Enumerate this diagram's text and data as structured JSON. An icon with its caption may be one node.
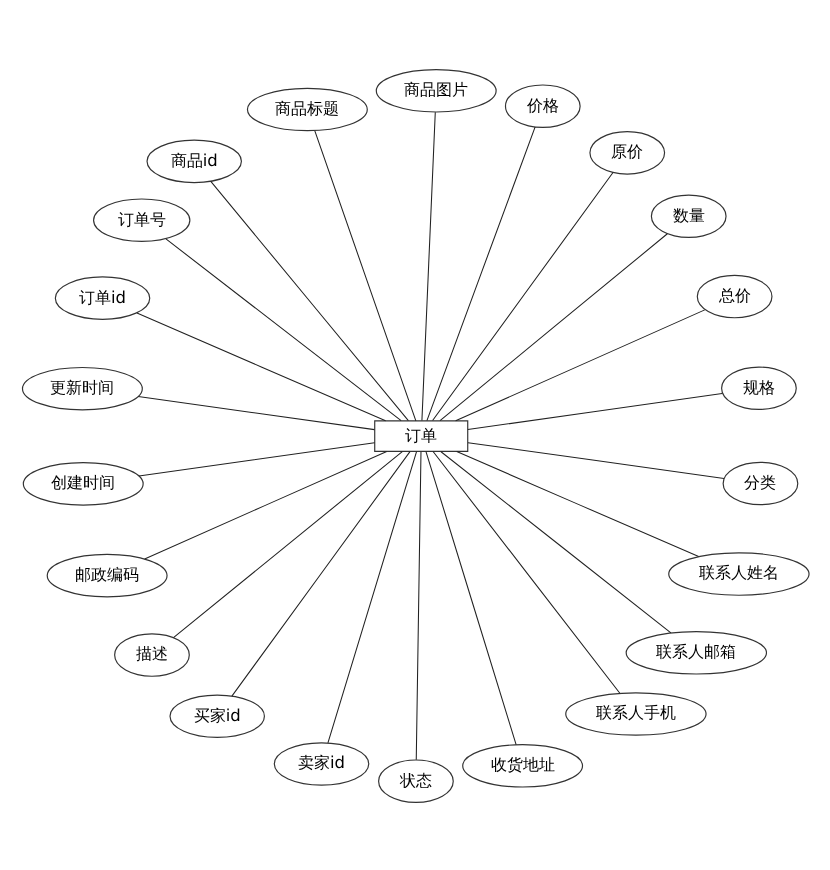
{
  "diagram": {
    "nodes": [
      {
        "text": [
          "商品图片"
        ]
      },
      {
        "text": [
          "价格"
        ]
      },
      {
        "text": [
          "商品标题"
        ]
      },
      {
        "text": [
          "原价"
        ]
      },
      {
        "text": [
          "商品id"
        ]
      },
      {
        "text": [
          "数量"
        ]
      },
      {
        "text": [
          "订单号"
        ]
      },
      {
        "text": [
          "总价"
        ]
      },
      {
        "text": [
          "订单id"
        ]
      },
      {
        "text": [
          "规格"
        ]
      },
      {
        "text": [
          "订单"
        ]
      },
      {
        "text": [
          "更新时间"
        ]
      },
      {
        "text": [
          "分类"
        ]
      },
      {
        "text": [
          "创建时间"
        ]
      },
      {
        "text": [
          "联系人姓名"
        ]
      },
      {
        "text": [
          "邮政编码"
        ]
      },
      {
        "text": [
          "联系人邮箱"
        ]
      },
      {
        "text": [
          "描述"
        ]
      },
      {
        "text": [
          "联系人手机"
        ]
      },
      {
        "text": [
          "买家id"
        ]
      },
      {
        "text": [
          "收货地址"
        ]
      },
      {
        "text": [
          "卖家id"
        ]
      },
      {
        "text": [
          "状态"
        ]
      }
    ],
    "edges": [
      {
        "from": 10,
        "to": 9,
        "arrow": "none"
      },
      {
        "from": 10,
        "to": 7,
        "arrow": "none"
      },
      {
        "from": 10,
        "to": 5,
        "arrow": "none"
      },
      {
        "from": 10,
        "to": 3,
        "arrow": "none"
      },
      {
        "from": 10,
        "to": 1,
        "arrow": "none"
      },
      {
        "from": 10,
        "to": 0,
        "arrow": "none"
      },
      {
        "from": 10,
        "to": 2,
        "arrow": "none"
      },
      {
        "from": 10,
        "to": 4,
        "arrow": "none"
      },
      {
        "from": 10,
        "to": 6,
        "arrow": "none"
      },
      {
        "from": 10,
        "to": 8,
        "arrow": "none"
      },
      {
        "from": 10,
        "to": 11,
        "arrow": "none"
      },
      {
        "from": 10,
        "to": 13,
        "arrow": "none"
      },
      {
        "from": 10,
        "to": 15,
        "arrow": "none"
      },
      {
        "from": 10,
        "to": 17,
        "arrow": "none"
      },
      {
        "from": 10,
        "to": 19,
        "arrow": "none"
      },
      {
        "from": 10,
        "to": 21,
        "arrow": "none"
      },
      {
        "from": 10,
        "to": 22,
        "arrow": "none"
      },
      {
        "from": 10,
        "to": 20,
        "arrow": "none"
      },
      {
        "from": 10,
        "to": 18,
        "arrow": "none"
      },
      {
        "from": 10,
        "to": 16,
        "arrow": "none"
      },
      {
        "from": 10,
        "to": 14,
        "arrow": "none"
      },
      {
        "from": 10,
        "to": 12,
        "arrow": "none"
      }
    ]
  }
}
